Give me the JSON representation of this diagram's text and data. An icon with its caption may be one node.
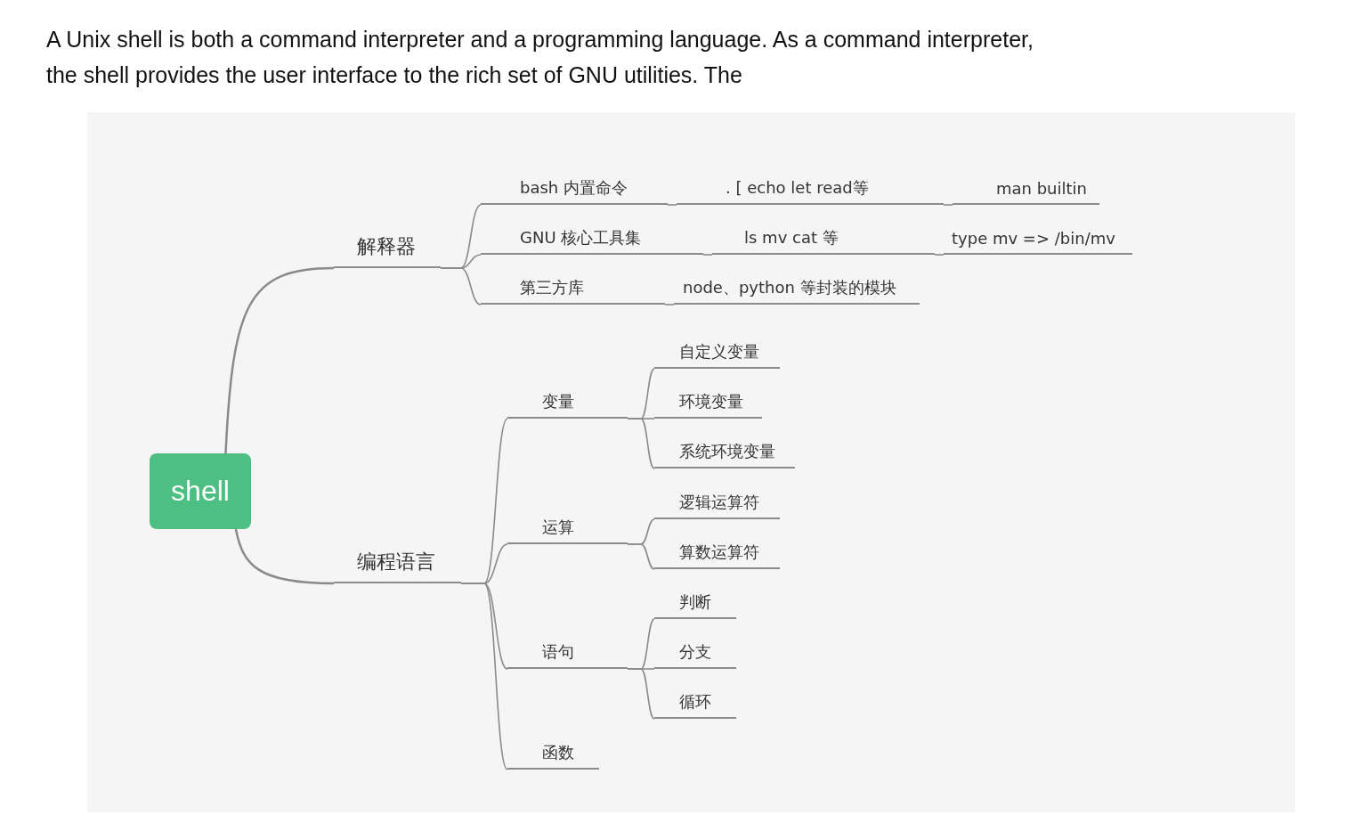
{
  "diagram": {
    "title": "A Unix shell is both a command interpreter and a programming language. As a command interpreter, the shell provides the user interface to the rich set of GNU utilities. The",
    "nodes": [
      {
        "text": [
          "shell"
        ]
      },
      {
        "text": [
          "解释器"
        ]
      },
      {
        "text": [
          "bash 内置命令"
        ]
      },
      {
        "text": [
          ".  [  echo  let  read等"
        ]
      },
      {
        "text": [
          "man builtin"
        ]
      },
      {
        "text": [
          "GNU 核心工具集"
        ]
      },
      {
        "text": [
          "ls  mv  cat 等"
        ]
      },
      {
        "text": [
          "type mv =>  /bin/mv"
        ]
      },
      {
        "text": [
          "第三方库"
        ]
      },
      {
        "text": [
          "node、python 等封装的模块"
        ]
      },
      {
        "text": [
          "编程语言"
        ]
      },
      {
        "text": [
          "变量"
        ]
      },
      {
        "text": [
          "自定义变量"
        ]
      },
      {
        "text": [
          "环境变量"
        ]
      },
      {
        "text": [
          "系统环境变量"
        ]
      },
      {
        "text": [
          "运算"
        ]
      },
      {
        "text": [
          "逻辑运算符"
        ]
      },
      {
        "text": [
          "算数运算符"
        ]
      },
      {
        "text": [
          "语句"
        ]
      },
      {
        "text": [
          "判断"
        ]
      },
      {
        "text": [
          "分支"
        ]
      },
      {
        "text": [
          "循环"
        ]
      },
      {
        "text": [
          "函数"
        ]
      }
    ],
    "edges": [
      {
        "from": 0,
        "to": 1,
        "arrow": "none"
      },
      {
        "from": 1,
        "to": 2,
        "arrow": "none"
      },
      {
        "from": 2,
        "to": 3,
        "arrow": "none"
      },
      {
        "from": 3,
        "to": 4,
        "arrow": "none"
      },
      {
        "from": 1,
        "to": 5,
        "arrow": "none"
      },
      {
        "from": 5,
        "to": 6,
        "arrow": "none"
      },
      {
        "from": 6,
        "to": 7,
        "arrow": "none"
      },
      {
        "from": 1,
        "to": 8,
        "arrow": "none"
      },
      {
        "from": 8,
        "to": 9,
        "arrow": "none"
      },
      {
        "from": 0,
        "to": 10,
        "arrow": "none"
      },
      {
        "from": 10,
        "to": 11,
        "arrow": "none"
      },
      {
        "from": 11,
        "to": 12,
        "arrow": "none"
      },
      {
        "from": 11,
        "to": 13,
        "arrow": "none"
      },
      {
        "from": 11,
        "to": 14,
        "arrow": "none"
      },
      {
        "from": 10,
        "to": 15,
        "arrow": "none"
      },
      {
        "from": 15,
        "to": 16,
        "arrow": "none"
      },
      {
        "from": 15,
        "to": 17,
        "arrow": "none"
      },
      {
        "from": 10,
        "to": 18,
        "arrow": "none"
      },
      {
        "from": 18,
        "to": 19,
        "arrow": "none"
      },
      {
        "from": 18,
        "to": 20,
        "arrow": "none"
      },
      {
        "from": 18,
        "to": 21,
        "arrow": "none"
      },
      {
        "from": 10,
        "to": 22,
        "arrow": "none"
      }
    ]
  }
}
